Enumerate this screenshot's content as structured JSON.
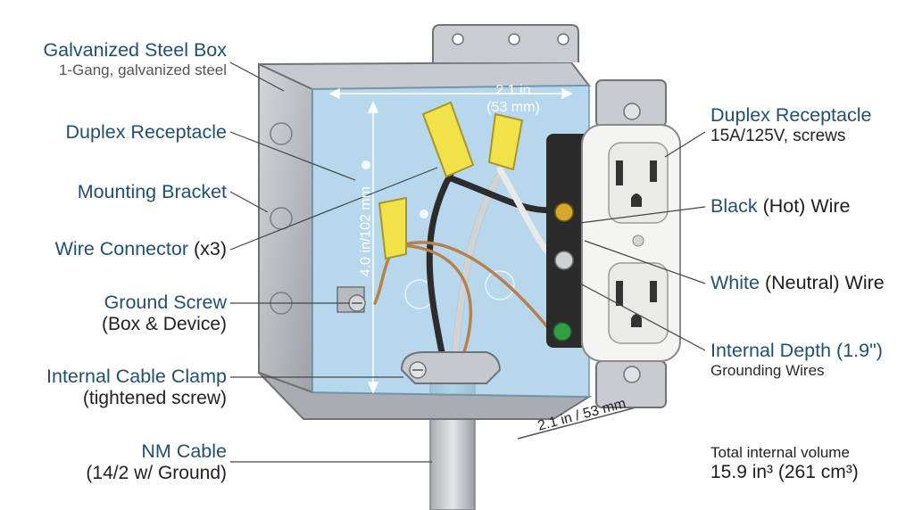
{
  "labels_left": [
    {
      "primary": "Galvanized Steel Box",
      "secondary": "1-Gang, galvanized steel"
    },
    {
      "primary": "Duplex Receptacle",
      "secondary": ""
    },
    {
      "primary": "Mounting Bracket",
      "secondary": ""
    },
    {
      "primary": "Wire Connector",
      "primary_suffix": "(x3)",
      "secondary": ""
    },
    {
      "primary": "Ground Screw",
      "secondary": "(Box & Device)"
    },
    {
      "primary": "Internal Cable Clamp",
      "secondary": "(tightened screw)"
    },
    {
      "primary": "NM Cable",
      "secondary": "(14/2 w/ Ground)"
    }
  ],
  "labels_right": [
    {
      "primary": "Duplex Receptacle",
      "secondary": "15A/125V, screws"
    },
    {
      "primary_prefix": "Black",
      "primary": "(Hot) Wire"
    },
    {
      "primary_prefix": "White",
      "primary": "(Neutral) Wire"
    },
    {
      "primary": "Internal Depth (1.9\")",
      "secondary": "Grounding Wires"
    }
  ],
  "volume": {
    "title": "Total internal volume",
    "value": "15.9 in³ (261 cm³)"
  },
  "dimensions": {
    "width_top": "2.1 in",
    "width_top_metric": "(53 mm)",
    "height": "4.0 in/102 mm",
    "depth_bottom": "2.1 in / 53 mm"
  },
  "colors": {
    "label_blue": "#23506e",
    "box_steel": "#b9bcc0",
    "interior_blue": "#9fcbe6",
    "connector_yellow": "#f1e24a",
    "receptacle_white": "#f4f4f2",
    "receptacle_body": "#2b2b2b",
    "ground_screw_green": "#2f9e44",
    "brass_screw": "#d4a82a"
  }
}
